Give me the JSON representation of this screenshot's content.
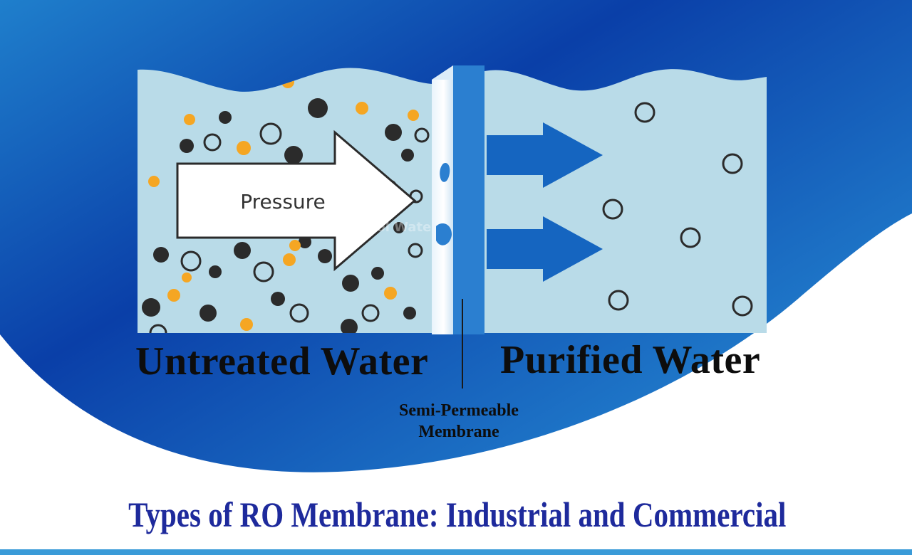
{
  "diagram": {
    "title": "Types of RO Membrane: Industrial and Commercial",
    "arrow_label": "Pressure",
    "left_label": "Untreated Water",
    "right_label": "Purified Water",
    "membrane_label": "Semi-Permeable Membrane",
    "watermark": "Netsol Water",
    "colors": {
      "background_dark": "#0a3fa8",
      "background_light": "#3a9bd8",
      "water": "#b9dbe8",
      "membrane": "#2b7fd0",
      "flow_arrow": "#1565c0",
      "particle_dark": "#2b2b2b",
      "particle_orange": "#f5a623",
      "title": "#1e2a9c"
    },
    "icons": [
      "pressure-arrow",
      "flow-arrow",
      "water-particle"
    ]
  }
}
